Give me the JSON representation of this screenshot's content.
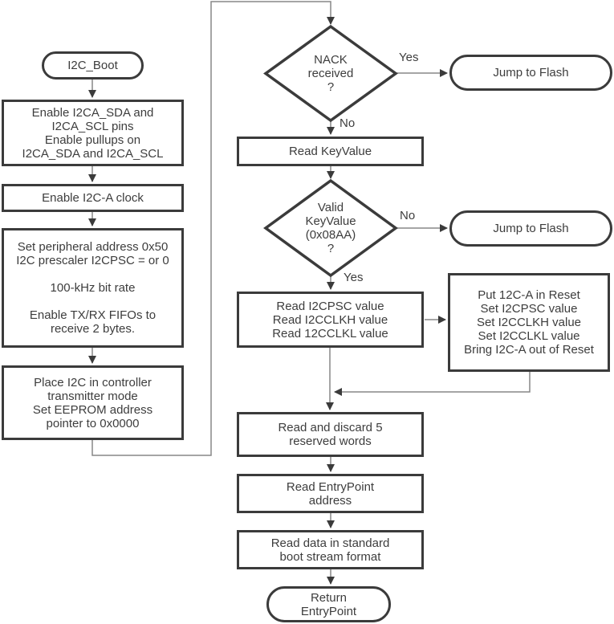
{
  "nodes": {
    "start": "I2C_Boot",
    "enable_pins": "Enable I2CA_SDA and\nI2CA_SCL pins\nEnable pullups on\nI2CA_SDA and I2CA_SCL",
    "enable_clock": "Enable I2C-A clock",
    "set_peripheral": "Set peripheral address 0x50\nI2C prescaler I2CPSC = or 0\n\n100-kHz bit rate\n\nEnable TX/RX FIFOs to\nreceive 2 bytes.",
    "place_i2c": "Place I2C in controller\ntransmitter mode\nSet EEPROM address\npointer to 0x0000",
    "nack_decision": "NACK\nreceived\n?",
    "jump_flash_1": "Jump to Flash",
    "read_keyvalue": "Read KeyValue",
    "valid_decision": "Valid\nKeyValue\n(0x08AA)\n?",
    "jump_flash_2": "Jump to Flash",
    "read_clock_values": "Read I2CPSC value\nRead I2CCLKH value\nRead 12CCLKL value",
    "set_clock_values": "Put 12C-A in Reset\nSet I2CPSC value\nSet I2CCLKH value\nSet I2CCLKL value\nBring I2C-A out of Reset",
    "read_discard": "Read and discard 5\nreserved words",
    "read_entrypoint": "Read EntryPoint\naddress",
    "read_data": "Read data in standard\nboot stream format",
    "return_entrypoint": "Return\nEntryPoint"
  },
  "edge_labels": {
    "nack_yes": "Yes",
    "nack_no": "No",
    "valid_no": "No",
    "valid_yes": "Yes"
  },
  "colors": {
    "border": "#3b3b3b",
    "text": "#3d3d3d",
    "connector": "#878787",
    "background": "#ffffff"
  }
}
